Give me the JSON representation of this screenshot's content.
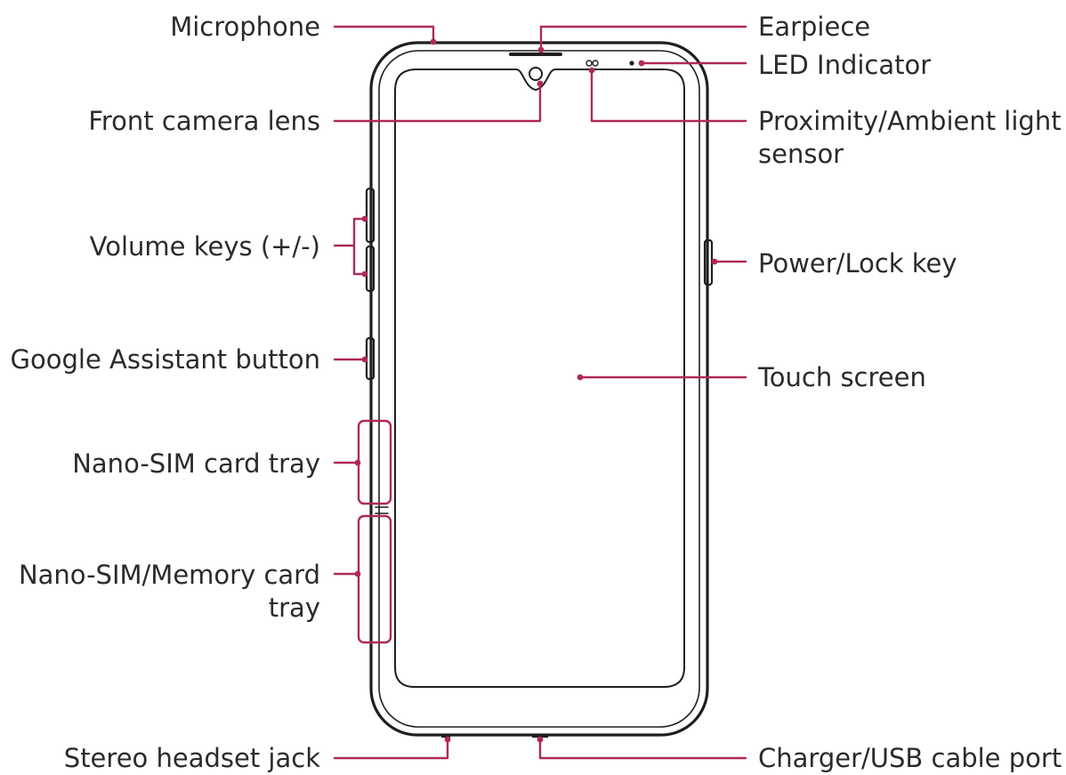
{
  "colors": {
    "leader": "#b0285a",
    "outline": "#1f1f1f",
    "text": "#2b2b2b"
  },
  "labels": {
    "microphone": "Microphone",
    "earpiece": "Earpiece",
    "led_indicator": "LED Indicator",
    "front_camera_lens": "Front camera lens",
    "proximity_sensor_line1": "Proximity/Ambient light",
    "proximity_sensor_line2": "sensor",
    "volume_keys": "Volume keys (+/-)",
    "power_lock_key": "Power/Lock key",
    "google_assistant_button": "Google Assistant button",
    "touch_screen": "Touch screen",
    "nano_sim_tray": "Nano-SIM card tray",
    "nano_sim_memory_tray_line1": "Nano-SIM/Memory card",
    "nano_sim_memory_tray_line2": "tray",
    "stereo_headset_jack": "Stereo headset jack",
    "charger_usb_port": "Charger/USB cable port"
  }
}
